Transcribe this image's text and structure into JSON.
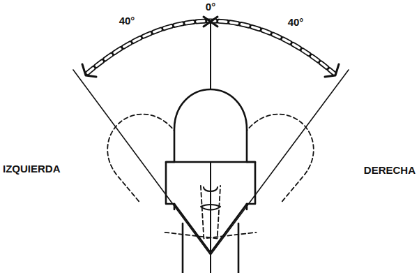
{
  "diagram": {
    "labels": [
      "0°",
      "40°",
      "40°",
      "IZQUIERDA",
      "DERECHA"
    ]
  }
}
